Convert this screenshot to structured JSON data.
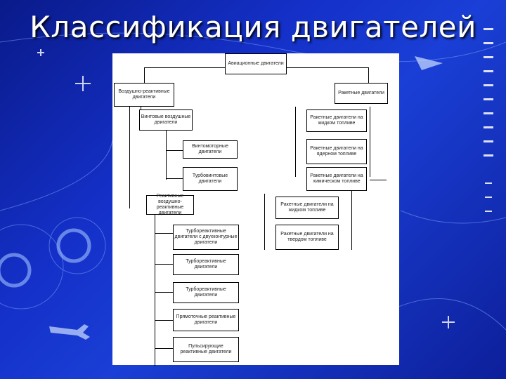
{
  "slide": {
    "title": "Классификация двигателей"
  },
  "diagram": {
    "root": "Авиационные двигатели",
    "left_branch": {
      "label": "Воздушно-реактивные двигатели",
      "compressor": {
        "label": "Винтовые воздушные двигатели",
        "children": [
          "Винтомоторные двигатели",
          "Турбовинтовые двигатели"
        ]
      },
      "jet": {
        "label": "Реактивные воздушно-реактивные двигатели",
        "children": [
          "Турбореактивные двигатели с двухконтурные двигатели",
          "Турбореактивные двигатели",
          "Турбореактивные двигатели",
          "Прямоточные реактивные двигатели",
          "Пульсирующие реактивные двигатели"
        ]
      }
    },
    "right_branch": {
      "label": "Ракетные двигатели",
      "children": [
        "Ракетные двигатели на жидком топливе",
        "Ракетные двигатели на ядерном топливе",
        "Ракетные двигатели на химическом топливе",
        "Ракетные двигатели на жидком топливе",
        "Ракетные двигатели на твердом топливе"
      ]
    }
  }
}
